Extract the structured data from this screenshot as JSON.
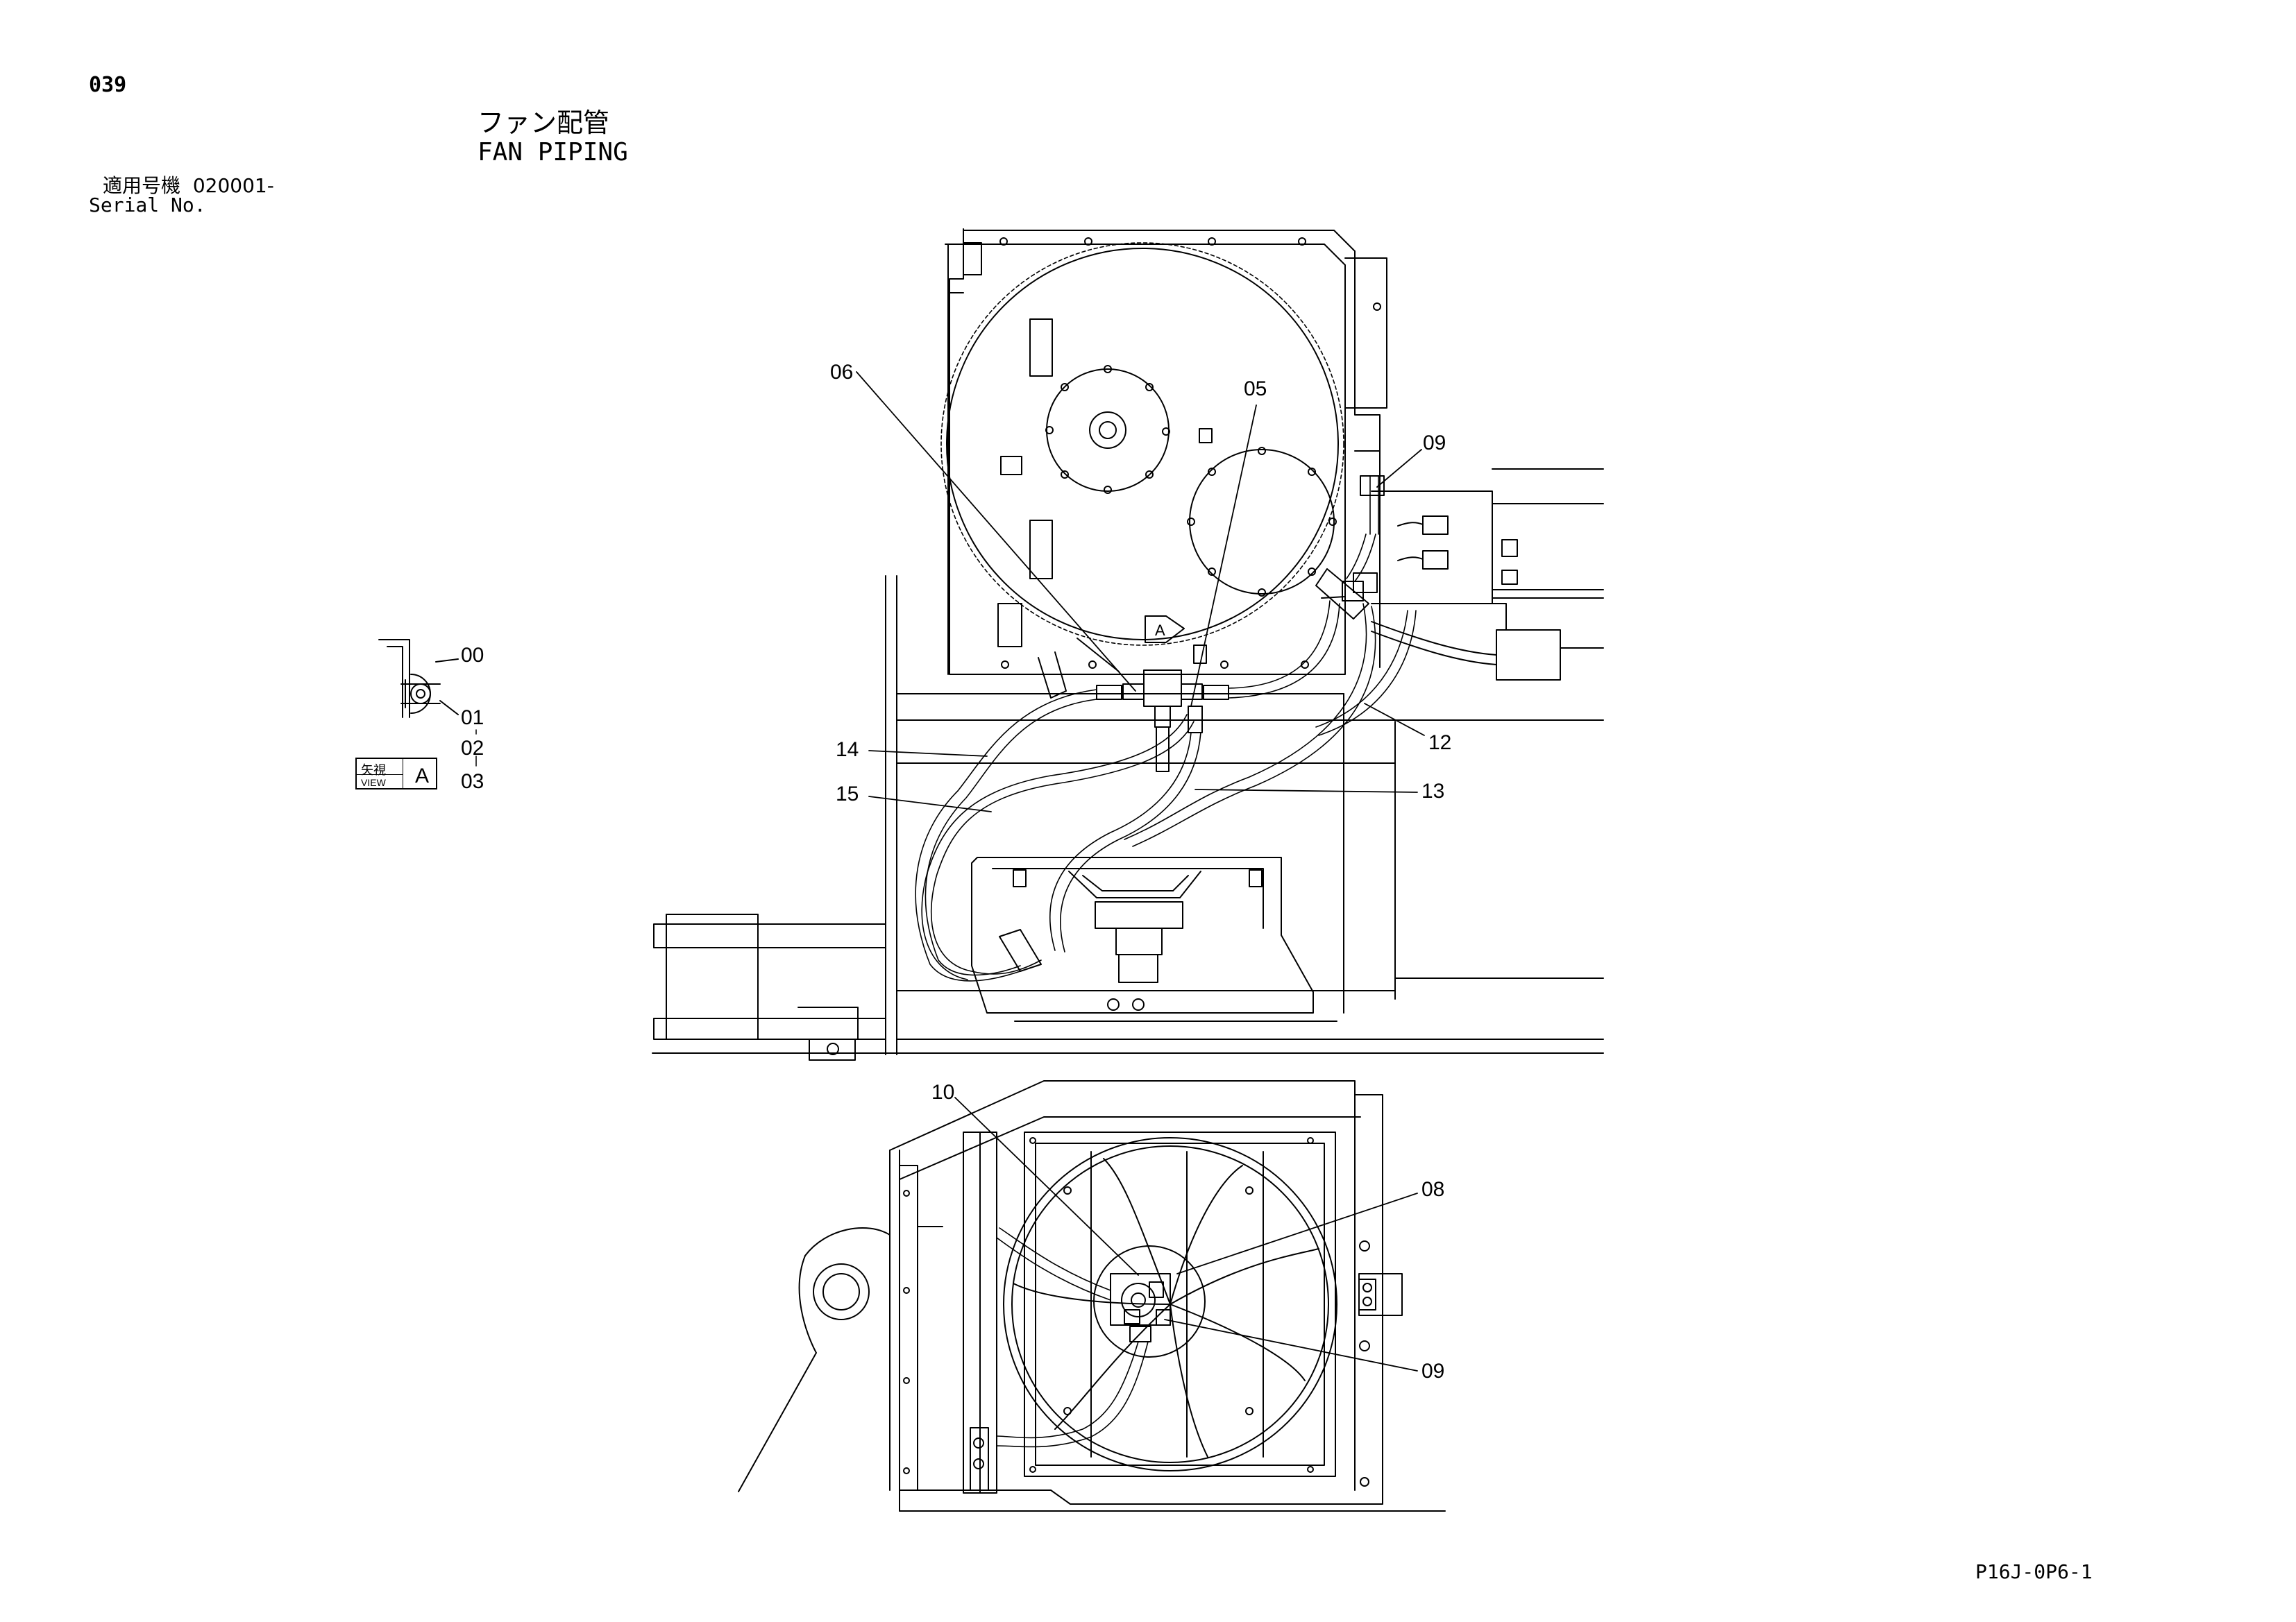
{
  "header": {
    "page_number": "039",
    "title_jp": "ファン配管",
    "title_en": "FAN PIPING",
    "serial_label_jp": "適用号機",
    "serial_value": "020001-",
    "serial_label_en": "Serial No."
  },
  "footer": {
    "drawing_code": "P16J-0P6-1"
  },
  "view_marker": {
    "label_jp": "矢視",
    "label_en": "VIEW",
    "letter": "A"
  },
  "arrow_marker_letter": "A",
  "callouts": {
    "c00": "00",
    "c01": "01",
    "c02": "02",
    "c03": "03",
    "c05": "05",
    "c06": "06",
    "c08": "08",
    "c09a": "09",
    "c09b": "09",
    "c10": "10",
    "c12": "12",
    "c13": "13",
    "c14": "14",
    "c15": "15"
  }
}
